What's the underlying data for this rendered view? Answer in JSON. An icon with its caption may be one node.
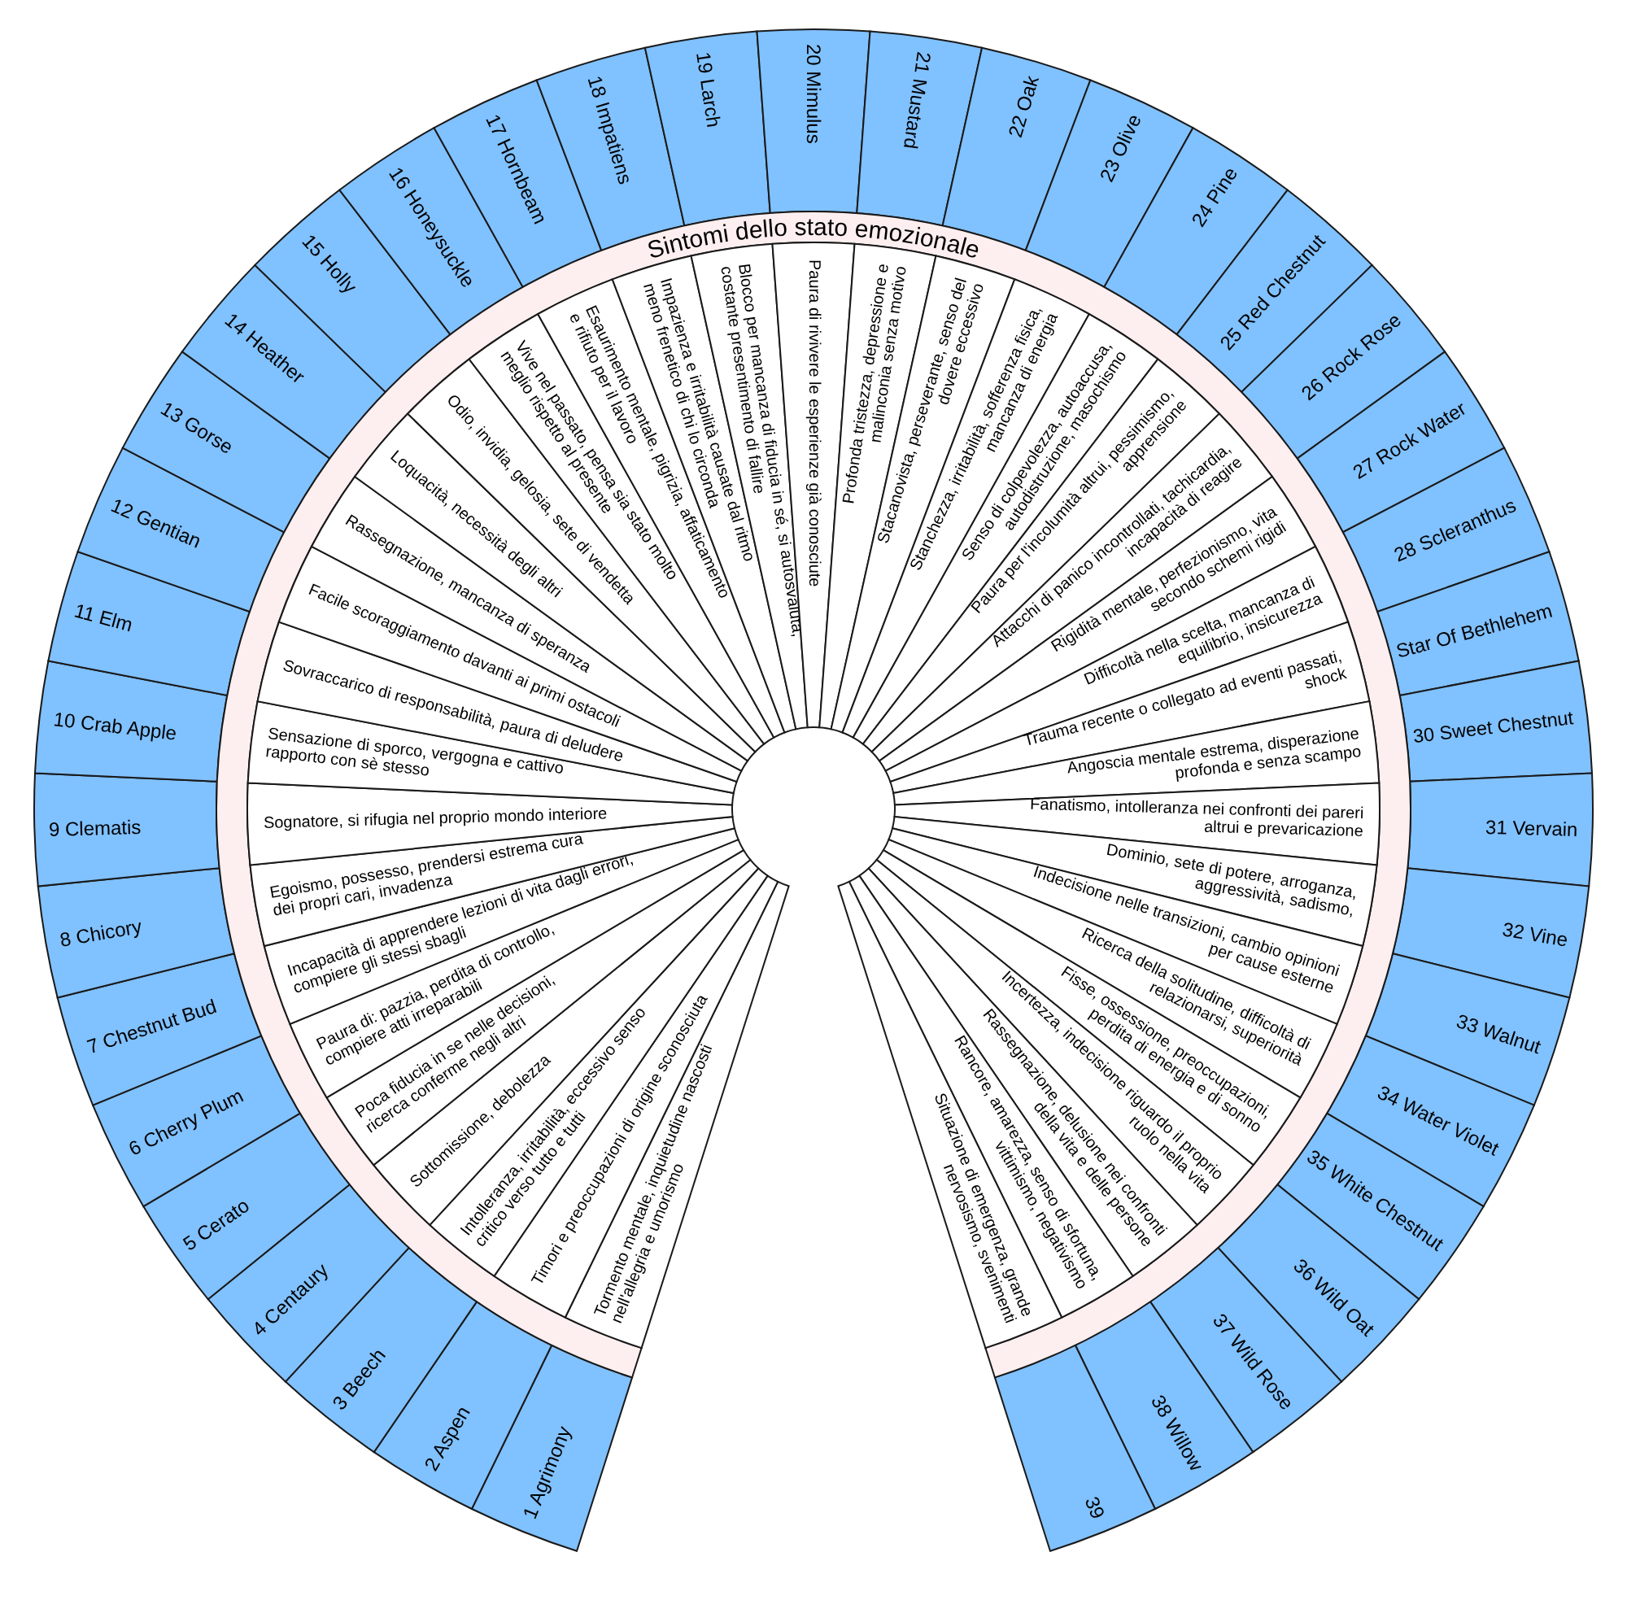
{
  "diagram": {
    "nodes": [
      {
        "text": [
          "Sintomi dello stato emozionale"
        ]
      },
      {
        "text": [
          "1 Agrimony"
        ]
      },
      {
        "text": [
          "2 Aspen"
        ]
      },
      {
        "text": [
          "3 Beech"
        ]
      },
      {
        "text": [
          "4 Centaury"
        ]
      },
      {
        "text": [
          "5 Cerato"
        ]
      },
      {
        "text": [
          "6 Cherry Plum"
        ]
      },
      {
        "text": [
          "7 Chestnut Bud"
        ]
      },
      {
        "text": [
          "8 Chicory"
        ]
      },
      {
        "text": [
          "9 Clematis"
        ]
      },
      {
        "text": [
          "10 Crab Apple"
        ]
      },
      {
        "text": [
          "11 Elm"
        ]
      },
      {
        "text": [
          "12 Gentian"
        ]
      },
      {
        "text": [
          "13 Gorse"
        ]
      },
      {
        "text": [
          "14 Heather"
        ]
      },
      {
        "text": [
          "15 Holly"
        ]
      },
      {
        "text": [
          "16 Honeysuckle"
        ]
      },
      {
        "text": [
          "17 Hornbeam"
        ]
      },
      {
        "text": [
          "18 Impatiens"
        ]
      },
      {
        "text": [
          "19 Larch"
        ]
      },
      {
        "text": [
          "20 Mimulus"
        ]
      },
      {
        "text": [
          "21 Mustard"
        ]
      },
      {
        "text": [
          "22 Oak"
        ]
      },
      {
        "text": [
          "23 Olive"
        ]
      },
      {
        "text": [
          "24 Pine"
        ]
      },
      {
        "text": [
          "25 Red Chestnut"
        ]
      },
      {
        "text": [
          "26 Rock Rose"
        ]
      },
      {
        "text": [
          "27 Rock Water"
        ]
      },
      {
        "text": [
          "28 Scleranthus"
        ]
      },
      {
        "text": [
          "Star Of Bethlehem"
        ]
      },
      {
        "text": [
          "30 Sweet Chestnut"
        ]
      },
      {
        "text": [
          "31 Vervain"
        ]
      },
      {
        "text": [
          "32 Vine"
        ]
      },
      {
        "text": [
          "33 Walnut"
        ]
      },
      {
        "text": [
          "34 Water Violet"
        ]
      },
      {
        "text": [
          "35 White Chestnut"
        ]
      },
      {
        "text": [
          "36 Wild Oat"
        ]
      },
      {
        "text": [
          "37 Wild Rose"
        ]
      },
      {
        "text": [
          "38 Willow"
        ]
      },
      {
        "text": [
          "39"
        ]
      },
      {
        "text": [
          "Tormento mentale, inquietudine nascosti nell'allegria e umorismo"
        ]
      },
      {
        "text": [
          "Timori e preoccupazioni di origine sconosciuta"
        ]
      },
      {
        "text": [
          "Intolleranza, irritabilità, eccessivo senso critico verso tutto e tutti"
        ]
      },
      {
        "text": [
          "Sottomissione, debolezza"
        ]
      },
      {
        "text": [
          "Poca fiducia in se nelle decisioni, ricerca conferme negli altri"
        ]
      },
      {
        "text": [
          "Paura di: pazzia, perdita di controllo, compiere atti irreparabili"
        ]
      },
      {
        "text": [
          "Incapacità di apprendere lezioni di vita dagli errori, compiere gli stessi sbagli"
        ]
      },
      {
        "text": [
          "Egoismo, possesso, prendersi estrema cura dei propri cari, invadenza"
        ]
      },
      {
        "text": [
          "Sognatore, si rifugia nel proprio mondo interiore"
        ]
      },
      {
        "text": [
          "Sensazione di sporco, vergogna e cattivo rapporto con sè stesso"
        ]
      },
      {
        "text": [
          "Sovraccarico di responsabilità, paura di deludere"
        ]
      },
      {
        "text": [
          "Facile scoraggiamento davanti ai primi ostacoli"
        ]
      },
      {
        "text": [
          "Rassegnazione, mancanza di speranza"
        ]
      },
      {
        "text": [
          "Loquacità, necessità degli altri"
        ]
      },
      {
        "text": [
          "Odio, invidia, gelosia, sete di vendetta"
        ]
      },
      {
        "text": [
          "Vive nel passato, pensa sia stato molto meglio rispetto al presente"
        ]
      },
      {
        "text": [
          "Esaurimento mentale, pigrizia, affaticamento e rifiuto per il lavoro"
        ]
      },
      {
        "text": [
          "Impazienza e irritabilità causate dal ritmo meno frenetico di chi lo circonda"
        ]
      },
      {
        "text": [
          "Blocco per mancanza di fiducia in sé, si autosvaluta, costante presentimento di fallire"
        ]
      },
      {
        "text": [
          "Paura di rivivere le esperienze già conosciute"
        ]
      },
      {
        "text": [
          "Profonda tristezza, depressione e malinconia senza motivo"
        ]
      },
      {
        "text": [
          "Stacanovista, perseverante, senso del dovere eccessivo"
        ]
      },
      {
        "text": [
          "Stanchezza, irritabilità, sofferenza fisica, mancanza di energia"
        ]
      },
      {
        "text": [
          "Senso di colpevolezza, autoaccusa, autodistruzione, masochismo"
        ]
      },
      {
        "text": [
          "Paura per l'incolumità altrui, pessimismo, apprensione"
        ]
      },
      {
        "text": [
          "Attacchi di panico incontrollati, tachicardia, incapacità di reagire"
        ]
      },
      {
        "text": [
          "Rigidità mentale, perfezionismo, vita secondo schemi rigidi"
        ]
      },
      {
        "text": [
          "Difficoltà nella scelta, mancanza di equilibrio, insicurezza"
        ]
      },
      {
        "text": [
          "Trauma recente o collegato ad eventi passati, shock"
        ]
      },
      {
        "text": [
          "Angoscia mentale estrema, disperazione profonda e senza scampo"
        ]
      },
      {
        "text": [
          "Fanatismo, intolleranza nei confronti dei pareri altrui e prevaricazione"
        ]
      },
      {
        "text": [
          "Dominio, sete di potere, arroganza, aggressività, sadismo,"
        ]
      },
      {
        "text": [
          "Indecisione nelle transizioni, cambio opinioni per cause esterne"
        ]
      },
      {
        "text": [
          "Ricerca della solitudine, difficoltà di relazionarsi, superiorità"
        ]
      },
      {
        "text": [
          "Fisse, ossessione, preoccupazioni, perdita di energia e di sonno"
        ]
      },
      {
        "text": [
          "Incertezza, indecisione riguardo il proprio ruolo nella vita"
        ]
      },
      {
        "text": [
          "Rassegnazione, delusione nei confronti della vita e delle persone"
        ]
      },
      {
        "text": [
          "Rancore, amarezza, senso di sfortuna, vittimismo, negativismo"
        ]
      },
      {
        "text": [
          "Situazione di emergenza, grande nervosismo, svenimenti"
        ]
      }
    ]
  }
}
